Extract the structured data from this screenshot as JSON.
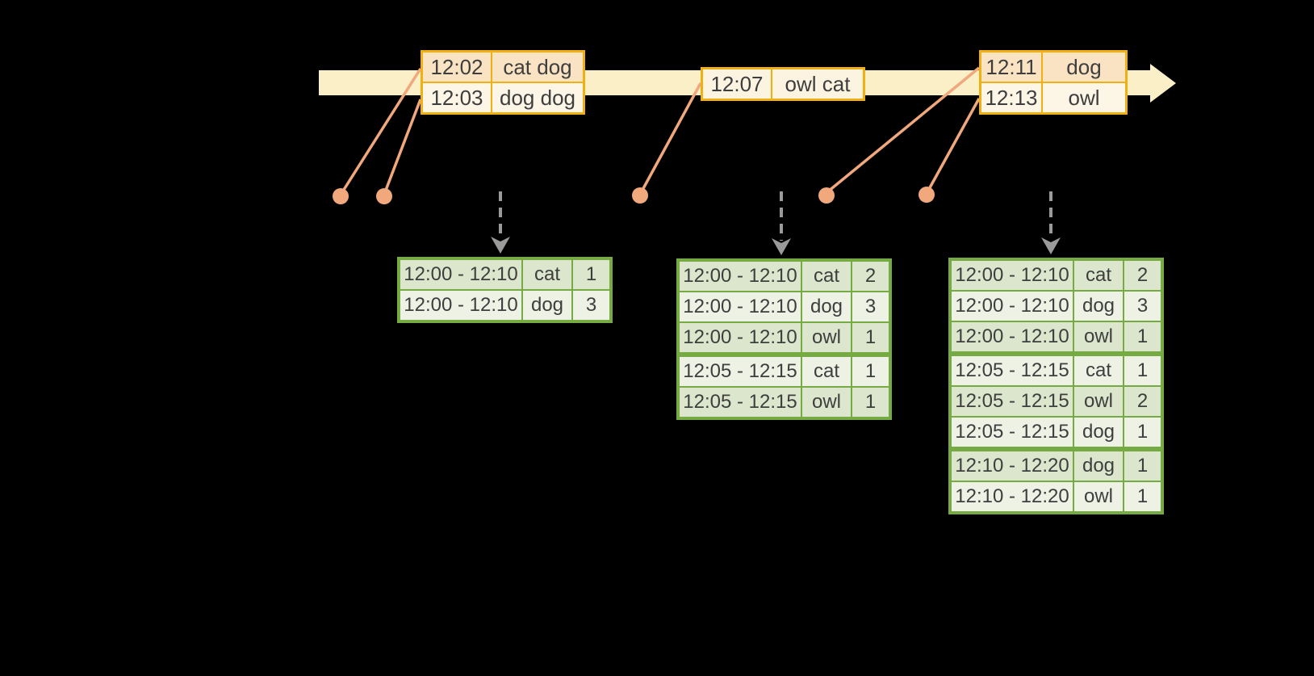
{
  "diagram": {
    "description_visible": false,
    "kind": "windowed-grouped-aggregation-streaming-diagram"
  },
  "colors": {
    "background": "#000000",
    "timeline_band": "#faefc7",
    "event_table_border": "#f0b011",
    "event_row_peach": "#fae3c3",
    "event_row_cream": "#fdf6e6",
    "connector_salmon": "#f0a87c",
    "trigger_arrow_gray": "#9a9a9a",
    "result_table_border": "#76ab43",
    "result_row_dark": "#dbe6cc",
    "result_row_light": "#edf2e5",
    "text": "#3e3e3e"
  },
  "icons": {
    "timeline_arrowhead": "right-arrow-triangle",
    "trigger_arrowhead": "down-arrow-chevron",
    "event_time_dot": "filled-circle"
  },
  "event_tables": [
    {
      "rows": [
        {
          "time": "12:02",
          "words": "cat dog"
        },
        {
          "time": "12:03",
          "words": "dog dog"
        }
      ]
    },
    {
      "rows": [
        {
          "time": "12:07",
          "words": "owl cat"
        }
      ]
    },
    {
      "rows": [
        {
          "time": "12:11",
          "words": "dog"
        },
        {
          "time": "12:13",
          "words": "owl"
        }
      ]
    }
  ],
  "result_tables": [
    {
      "rows": [
        {
          "window": "12:00 - 12:10",
          "word": "cat",
          "count": "1"
        },
        {
          "window": "12:00 - 12:10",
          "word": "dog",
          "count": "3"
        }
      ]
    },
    {
      "rows": [
        {
          "window": "12:00 - 12:10",
          "word": "cat",
          "count": "2"
        },
        {
          "window": "12:00 - 12:10",
          "word": "dog",
          "count": "3"
        },
        {
          "window": "12:00 - 12:10",
          "word": "owl",
          "count": "1"
        },
        {
          "window": "12:05 - 12:15",
          "word": "cat",
          "count": "1"
        },
        {
          "window": "12:05 - 12:15",
          "word": "owl",
          "count": "1"
        }
      ]
    },
    {
      "rows": [
        {
          "window": "12:00 - 12:10",
          "word": "cat",
          "count": "2"
        },
        {
          "window": "12:00 - 12:10",
          "word": "dog",
          "count": "3"
        },
        {
          "window": "12:00 - 12:10",
          "word": "owl",
          "count": "1"
        },
        {
          "window": "12:05 - 12:15",
          "word": "cat",
          "count": "1"
        },
        {
          "window": "12:05 - 12:15",
          "word": "owl",
          "count": "2"
        },
        {
          "window": "12:05 - 12:15",
          "word": "dog",
          "count": "1"
        },
        {
          "window": "12:10 - 12:20",
          "word": "dog",
          "count": "1"
        },
        {
          "window": "12:10 - 12:20",
          "word": "owl",
          "count": "1"
        }
      ]
    }
  ]
}
